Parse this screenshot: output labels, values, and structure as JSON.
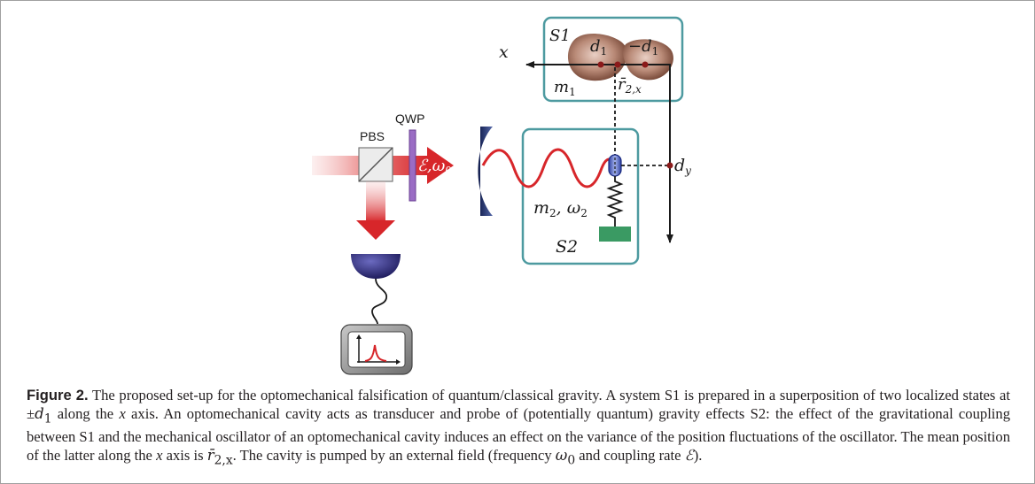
{
  "figure": {
    "labels": {
      "x_axis": "x",
      "s1": "S1",
      "s2": "S2",
      "d1": "d",
      "d1_sub": "1",
      "neg_d1": "−d",
      "neg_d1_sub": "1",
      "m1": "m",
      "m1_sub": "1",
      "r2x": "r̄",
      "r2x_sub": "2,x",
      "pbs": "PBS",
      "qwp": "QWP",
      "field": "ℰ,ω",
      "field_sub": "0",
      "m2": "m",
      "m2_sub": "2",
      "comma": ", ω",
      "omega2_sub": "2",
      "dy": "d",
      "dy_sub": "y"
    },
    "colors": {
      "box_border": "#4d9aa0",
      "laser": "#d7262a",
      "mass_brown": "#8b5a45",
      "mirror_navy": "#1f2f6b",
      "detector": "#1e1b6e",
      "ground_green": "#3a9a63",
      "qwp_purple": "#8d5fb5"
    }
  },
  "caption": {
    "label": "Figure 2.",
    "p1": " The proposed set-up for the optomechanical falsification of quantum/classical gravity. A system S1 is prepared in a superposition of two localized states at ±",
    "d": "d",
    "d_sub": "1",
    "p2": " along the ",
    "x1": "x",
    "p3": " axis. An optomechanical cavity acts as transducer and probe of (potentially quantum) gravity effects S2: the effect of the gravitational coupling between S1 and the mechanical oscillator of an optomechanical cavity induces an effect on the variance of the position fluctuations of the oscillator. The mean position of the latter along the ",
    "x2": "x",
    "p4": " axis is ",
    "r": "r̄",
    "r_sub": "2,x",
    "p5": ". The cavity is pumped by an external field (frequency ",
    "w": "ω",
    "w_sub": "0",
    "p6": " and coupling rate ",
    "e": "ℰ",
    "p7": ")."
  }
}
